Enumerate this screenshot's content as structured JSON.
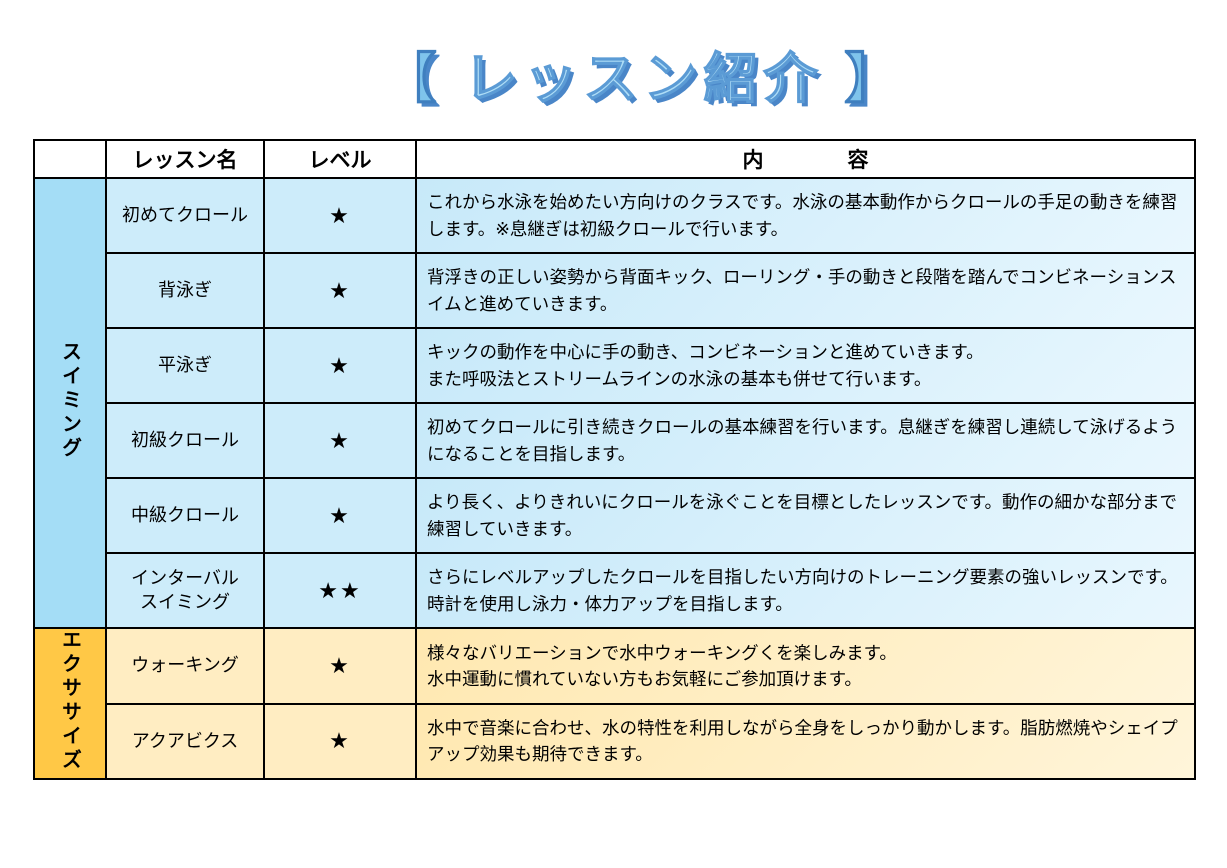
{
  "title": {
    "bracket_open": "【",
    "text": " レッスン紹介 ",
    "bracket_close": "】"
  },
  "colors": {
    "title_fill": "#aeddf6",
    "title_shadow": "#4a86c8",
    "swim_category": "#a4ddf6",
    "swim_cell": "#cdecfa",
    "exercise_category": "#ffc846",
    "exercise_cell": "#ffedc2",
    "border": "#000000"
  },
  "table": {
    "headers": {
      "corner": "",
      "lesson": "レッスン名",
      "level": "レベル",
      "content": "内　　　　容"
    },
    "categories": [
      {
        "label": "スイミング",
        "rowspan": 6
      },
      {
        "label": "エクササイズ",
        "rowspan": 2
      }
    ],
    "rows": [
      {
        "name": "初めてクロール",
        "level": "★",
        "content": "これから水泳を始めたい方向けのクラスです。水泳の基本動作からクロールの手足の動きを練習します。※息継ぎは初級クロールで行います。"
      },
      {
        "name": "背泳ぎ",
        "level": "★",
        "content": "背浮きの正しい姿勢から背面キック、ローリング・手の動きと段階を踏んでコンビネーションスイムと進めていきます。"
      },
      {
        "name": "平泳ぎ",
        "level": "★",
        "content": "キックの動作を中心に手の動き、コンビネーションと進めていきます。\nまた呼吸法とストリームラインの水泳の基本も併せて行います。"
      },
      {
        "name": "初級クロール",
        "level": "★",
        "content": "初めてクロールに引き続きクロールの基本練習を行います。息継ぎを練習し連続して泳げるようになることを目指します。"
      },
      {
        "name": "中級クロール",
        "level": "★",
        "content": "より長く、よりきれいにクロールを泳ぐことを目標としたレッスンです。動作の細かな部分まで練習していきます。"
      },
      {
        "name": "インターバル\nスイミング",
        "level": "★★",
        "content": "さらにレベルアップしたクロールを目指したい方向けのトレーニング要素の強いレッスンです。時計を使用し泳力・体力アップを目指します。"
      },
      {
        "name": "ウォーキング",
        "level": "★",
        "content": "様々なバリエーションで水中ウォーキングくを楽しみます。\n水中運動に慣れていない方もお気軽にご参加頂けます。"
      },
      {
        "name": "アクアビクス",
        "level": "★",
        "content": "水中で音楽に合わせ、水の特性を利用しながら全身をしっかり動かします。脂肪燃焼やシェイプアップ効果も期待できます。"
      }
    ]
  }
}
